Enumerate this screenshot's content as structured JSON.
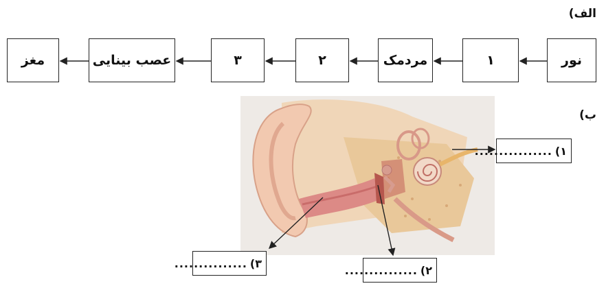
{
  "part_a": {
    "label": "الف)",
    "boxes": [
      "نور",
      "۱",
      "مردمک",
      "۲",
      "۳",
      "عصب بینایی",
      "مغز"
    ]
  },
  "part_b": {
    "label": "ب)",
    "answers": [
      {
        "num": "۱)",
        "dots": "................"
      },
      {
        "num": "۲)",
        "dots": "..............."
      },
      {
        "num": "۳)",
        "dots": "..............."
      }
    ]
  }
}
